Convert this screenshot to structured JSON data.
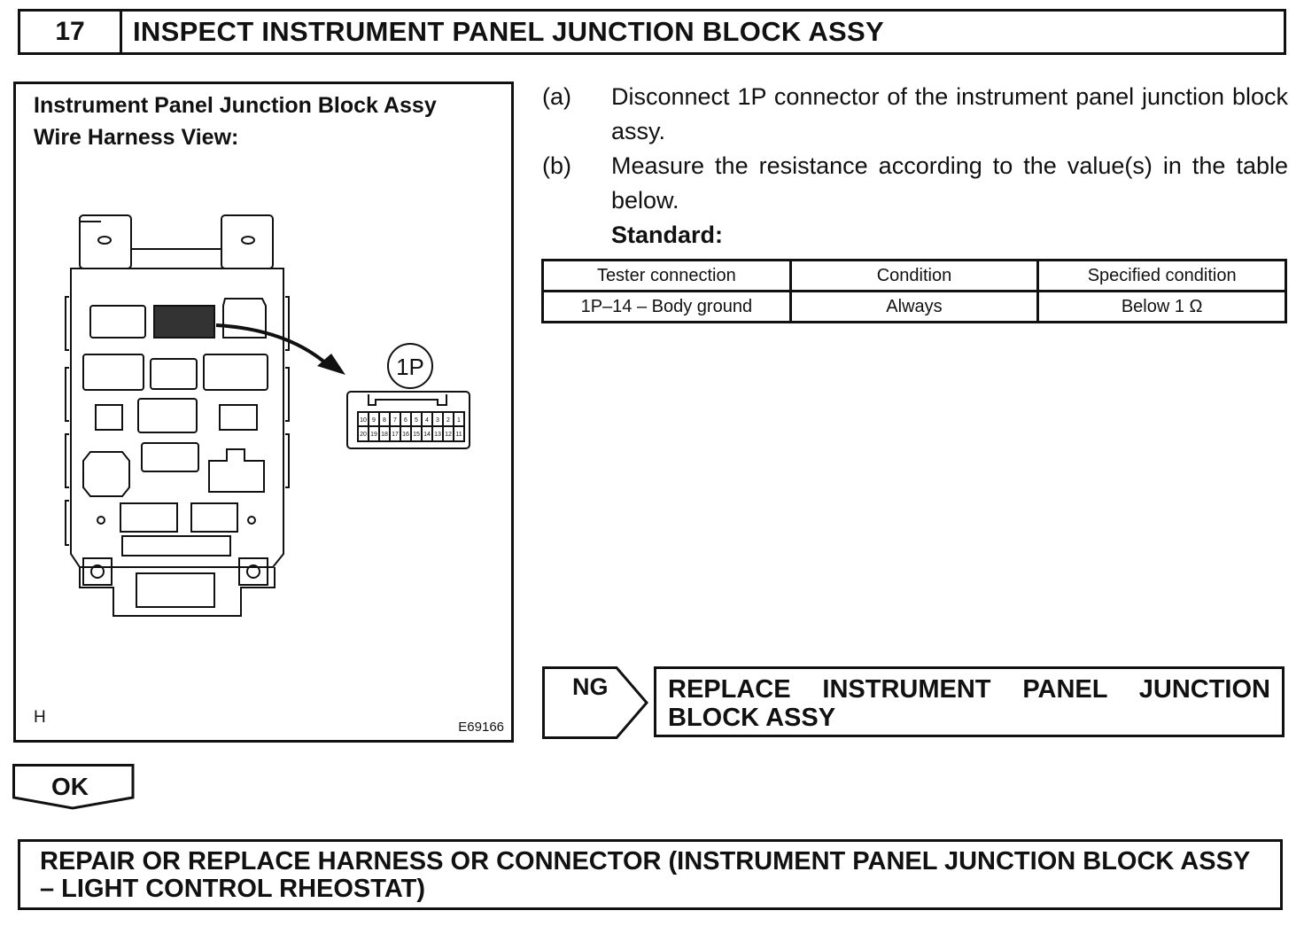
{
  "step": {
    "number": "17",
    "title": "INSPECT INSTRUMENT PANEL JUNCTION BLOCK ASSY"
  },
  "figure": {
    "title_line1": "Instrument Panel Junction Block Assy",
    "title_line2": "Wire Harness View:",
    "connector_label": "1P",
    "connector_pins_top": [
      "10",
      "9",
      "8",
      "7",
      "6",
      "5",
      "4",
      "3",
      "2",
      "1"
    ],
    "connector_pins_bottom": [
      "20",
      "19",
      "18",
      "17",
      "16",
      "15",
      "14",
      "13",
      "12",
      "11"
    ],
    "corner_mark": "H",
    "figure_code": "E69166"
  },
  "instructions": [
    {
      "label": "(a)",
      "text": "Disconnect 1P connector of the instrument panel junction block assy."
    },
    {
      "label": "(b)",
      "text": "Measure the resistance according to the value(s) in the table below."
    }
  ],
  "standard_label": "Standard:",
  "table": {
    "headers": [
      "Tester connection",
      "Condition",
      "Specified condition"
    ],
    "rows": [
      [
        "1P–14 – Body ground",
        "Always",
        "Below 1 Ω"
      ]
    ]
  },
  "ng": {
    "label": "NG",
    "action": "REPLACE INSTRUMENT PANEL JUNCTION BLOCK ASSY"
  },
  "ok": {
    "label": "OK"
  },
  "final_action": "REPAIR OR REPLACE HARNESS OR CONNECTOR (INSTRUMENT PANEL JUNCTION BLOCK ASSY – LIGHT CONTROL RHEOSTAT)"
}
